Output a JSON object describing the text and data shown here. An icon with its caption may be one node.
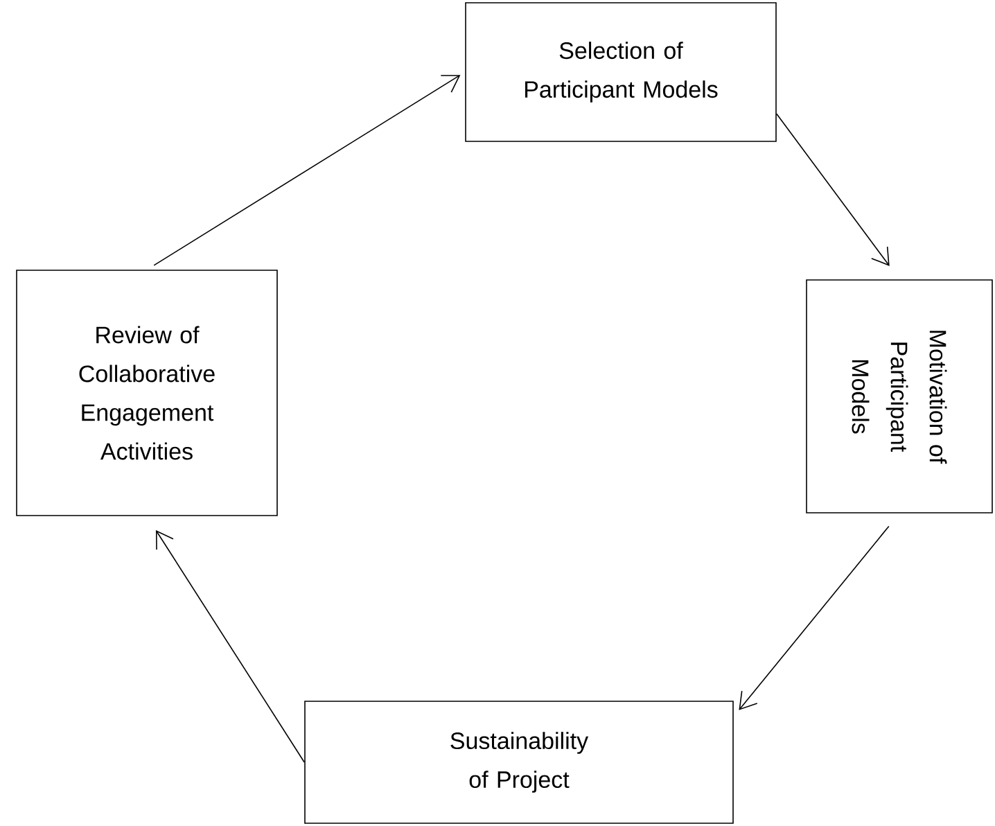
{
  "diagram": {
    "nodes": [
      {
        "text": [
          "Selection of Participant Models"
        ]
      },
      {
        "text": [
          "Motivation of Participant Models"
        ]
      },
      {
        "text": [
          "Sustainability of Project"
        ]
      },
      {
        "text": [
          "Review of Collaborative Engagement Activities"
        ]
      }
    ],
    "edges": [
      {
        "from": 0,
        "to": 1,
        "arrow": "to"
      },
      {
        "from": 1,
        "to": 2,
        "arrow": "to"
      },
      {
        "from": 2,
        "to": 3,
        "arrow": "to"
      },
      {
        "from": 3,
        "to": 0,
        "arrow": "to"
      }
    ]
  }
}
